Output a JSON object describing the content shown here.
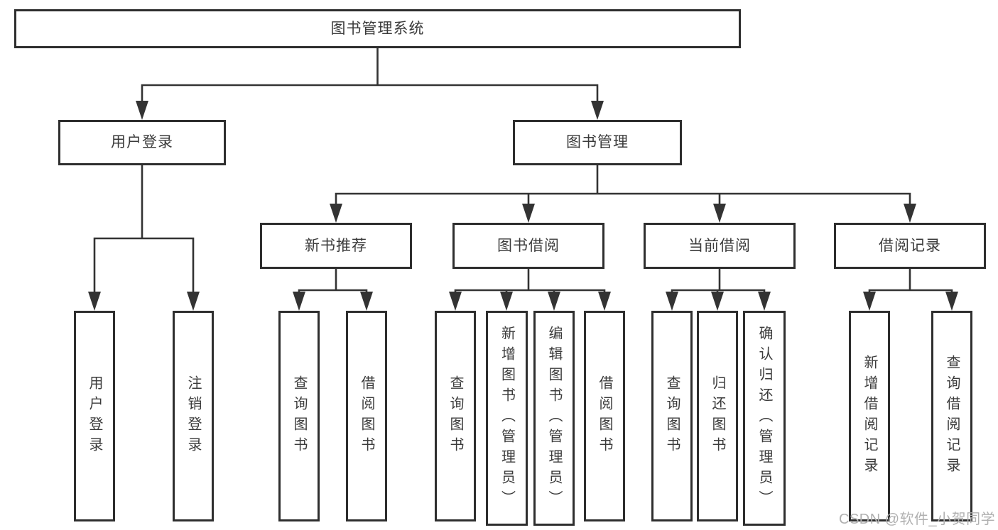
{
  "diagram": {
    "type": "tree",
    "title": "图书管理系统",
    "colors": {
      "background": "#ffffff",
      "line": "#333333",
      "box_border": "#2e2e2e",
      "text": "#3b3b3b",
      "watermark_text": "#b0b0b0"
    },
    "nodes": {
      "root": {
        "label": "图书管理系统"
      },
      "user_login": {
        "label": "用户登录"
      },
      "book_mgmt": {
        "label": "图书管理"
      },
      "new_book_rec": {
        "label": "新书推荐"
      },
      "book_borrow": {
        "label": "图书借阅"
      },
      "current_borrow": {
        "label": "当前借阅"
      },
      "borrow_record": {
        "label": "借阅记录"
      },
      "leaf_user_login": {
        "label": "用户登录"
      },
      "leaf_logout": {
        "label": "注销登录"
      },
      "leaf_query_book_1": {
        "label": "查询图书"
      },
      "leaf_borrow_book_1": {
        "label": "借阅图书"
      },
      "leaf_query_book_2": {
        "label": "查询图书"
      },
      "leaf_add_book": {
        "label": "新增图书（管理员）"
      },
      "leaf_edit_book": {
        "label": "编辑图书（管理员）"
      },
      "leaf_borrow_book_2": {
        "label": "借阅图书"
      },
      "leaf_query_book_3": {
        "label": "查询图书"
      },
      "leaf_return_book": {
        "label": "归还图书"
      },
      "leaf_confirm_return": {
        "label": "确认归还（管理员）"
      },
      "leaf_add_record": {
        "label": "新增借阅记录"
      },
      "leaf_query_record": {
        "label": "查询借阅记录"
      }
    },
    "edges": [
      {
        "from": "root",
        "to": "user_login"
      },
      {
        "from": "root",
        "to": "book_mgmt"
      },
      {
        "from": "user_login",
        "to": "leaf_user_login"
      },
      {
        "from": "user_login",
        "to": "leaf_logout"
      },
      {
        "from": "book_mgmt",
        "to": "new_book_rec"
      },
      {
        "from": "book_mgmt",
        "to": "book_borrow"
      },
      {
        "from": "book_mgmt",
        "to": "current_borrow"
      },
      {
        "from": "book_mgmt",
        "to": "borrow_record"
      },
      {
        "from": "new_book_rec",
        "to": "leaf_query_book_1"
      },
      {
        "from": "new_book_rec",
        "to": "leaf_borrow_book_1"
      },
      {
        "from": "book_borrow",
        "to": "leaf_query_book_2"
      },
      {
        "from": "book_borrow",
        "to": "leaf_add_book"
      },
      {
        "from": "book_borrow",
        "to": "leaf_edit_book"
      },
      {
        "from": "book_borrow",
        "to": "leaf_borrow_book_2"
      },
      {
        "from": "current_borrow",
        "to": "leaf_query_book_3"
      },
      {
        "from": "current_borrow",
        "to": "leaf_return_book"
      },
      {
        "from": "current_borrow",
        "to": "leaf_confirm_return"
      },
      {
        "from": "borrow_record",
        "to": "leaf_add_record"
      },
      {
        "from": "borrow_record",
        "to": "leaf_query_record"
      }
    ],
    "watermark": "CSDN @软件_小贺同学"
  }
}
